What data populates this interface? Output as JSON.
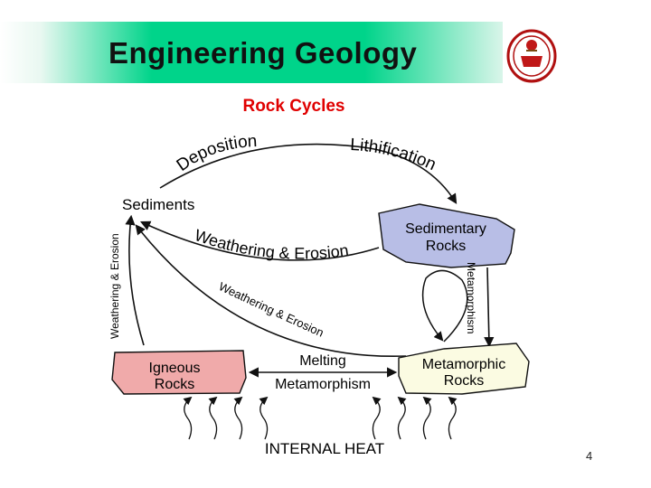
{
  "header": {
    "title": "Engineering Geology"
  },
  "subtitle": "Rock Cycles",
  "diagram": {
    "nodes": {
      "sediments": "Sediments",
      "sedimentary_line1": "Sedimentary",
      "sedimentary_line2": "Rocks",
      "igneous_line1": "Igneous",
      "igneous_line2": "Rocks",
      "metamorphic_line1": "Metamorphic",
      "metamorphic_line2": "Rocks"
    },
    "processes": {
      "deposition": "Deposition",
      "lithification": "Lithification",
      "weathering_erosion_upper": "Weathering & Erosion",
      "weathering_erosion_lower": "Weathering & Erosion",
      "weathering_erosion_side": "Weathering & Erosion",
      "metamorphism_side": "Metamorphism",
      "melting": "Melting",
      "metamorphism_bottom": "Metamorphism",
      "internal_heat": "INTERNAL HEAT"
    },
    "colors": {
      "sedimentary_fill": "#b8bee6",
      "igneous_fill": "#f0aaaa",
      "metamorphic_fill": "#fbfbe2",
      "arrow": "#111111"
    }
  },
  "slide_number": "4"
}
